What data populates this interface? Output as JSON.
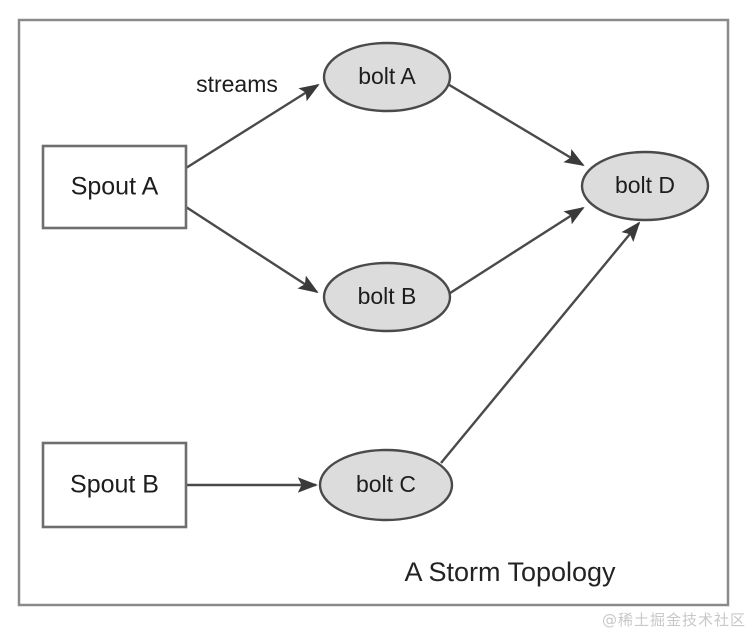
{
  "diagram": {
    "caption": "A Storm Topology",
    "frame": {
      "border_color": "#8a8a8a",
      "background": "#ffffff"
    },
    "palette": {
      "bolt_fill": "#dcdcdc",
      "bolt_stroke": "#4a4a4a",
      "spout_fill": "#ffffff",
      "spout_stroke": "#6e6e6e",
      "edge_stroke": "#4a4a4a",
      "text_color": "#1d1d1d"
    },
    "nodes": [
      {
        "id": "spout-a",
        "label": "Spout A",
        "shape": "rectangle"
      },
      {
        "id": "spout-b",
        "label": "Spout B",
        "shape": "rectangle"
      },
      {
        "id": "bolt-a",
        "label": "bolt A",
        "shape": "ellipse"
      },
      {
        "id": "bolt-b",
        "label": "bolt B",
        "shape": "ellipse"
      },
      {
        "id": "bolt-c",
        "label": "bolt C",
        "shape": "ellipse"
      },
      {
        "id": "bolt-d",
        "label": "bolt D",
        "shape": "ellipse"
      }
    ],
    "edges": [
      {
        "id": "edge-spout-a-bolt-a",
        "from": "spout-a",
        "to": "bolt-a",
        "label": "streams"
      },
      {
        "id": "edge-spout-a-bolt-b",
        "from": "spout-a",
        "to": "bolt-b",
        "label": ""
      },
      {
        "id": "edge-bolt-a-bolt-d",
        "from": "bolt-a",
        "to": "bolt-d",
        "label": ""
      },
      {
        "id": "edge-bolt-b-bolt-d",
        "from": "bolt-b",
        "to": "bolt-d",
        "label": ""
      },
      {
        "id": "edge-spout-b-bolt-c",
        "from": "spout-b",
        "to": "bolt-c",
        "label": ""
      },
      {
        "id": "edge-bolt-c-bolt-d",
        "from": "bolt-c",
        "to": "bolt-d",
        "label": ""
      }
    ],
    "edge_labels": {
      "streams": "streams"
    }
  },
  "watermark": {
    "text": "@稀土掘金技术社区"
  }
}
